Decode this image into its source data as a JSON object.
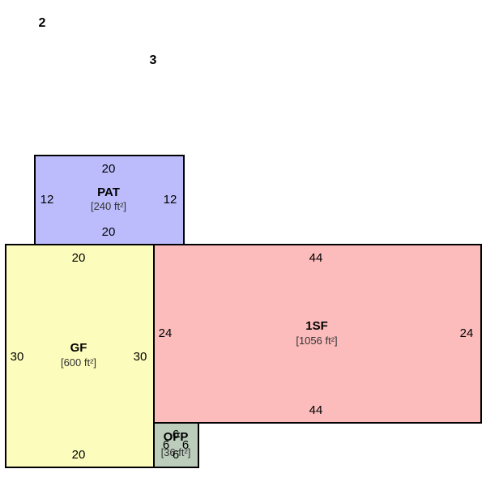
{
  "labels": {
    "marker_a": "2",
    "marker_b": "3"
  },
  "areas": {
    "pat": {
      "name": "PAT",
      "size": "[240 ft²]",
      "fill": "#bcbcfc",
      "dims": {
        "top": "20",
        "bottom": "20",
        "left": "12",
        "right": "12"
      }
    },
    "gf": {
      "name": "GF",
      "size": "[600 ft²]",
      "fill": "#fcfcbc",
      "dims": {
        "top": "20",
        "bottom": "20",
        "left": "30",
        "right": "30"
      }
    },
    "sf": {
      "name": "1SF",
      "size": "[1056 ft²]",
      "fill": "#fcbcbc",
      "dims": {
        "top": "44",
        "bottom": "44",
        "left": "24",
        "right": "24"
      }
    },
    "ofp": {
      "name": "OFP",
      "size": "[36 ft²]",
      "fill": "#bccdbc",
      "dims": {
        "top": "6",
        "bottom": "6",
        "left": "6",
        "right": "6"
      }
    }
  }
}
